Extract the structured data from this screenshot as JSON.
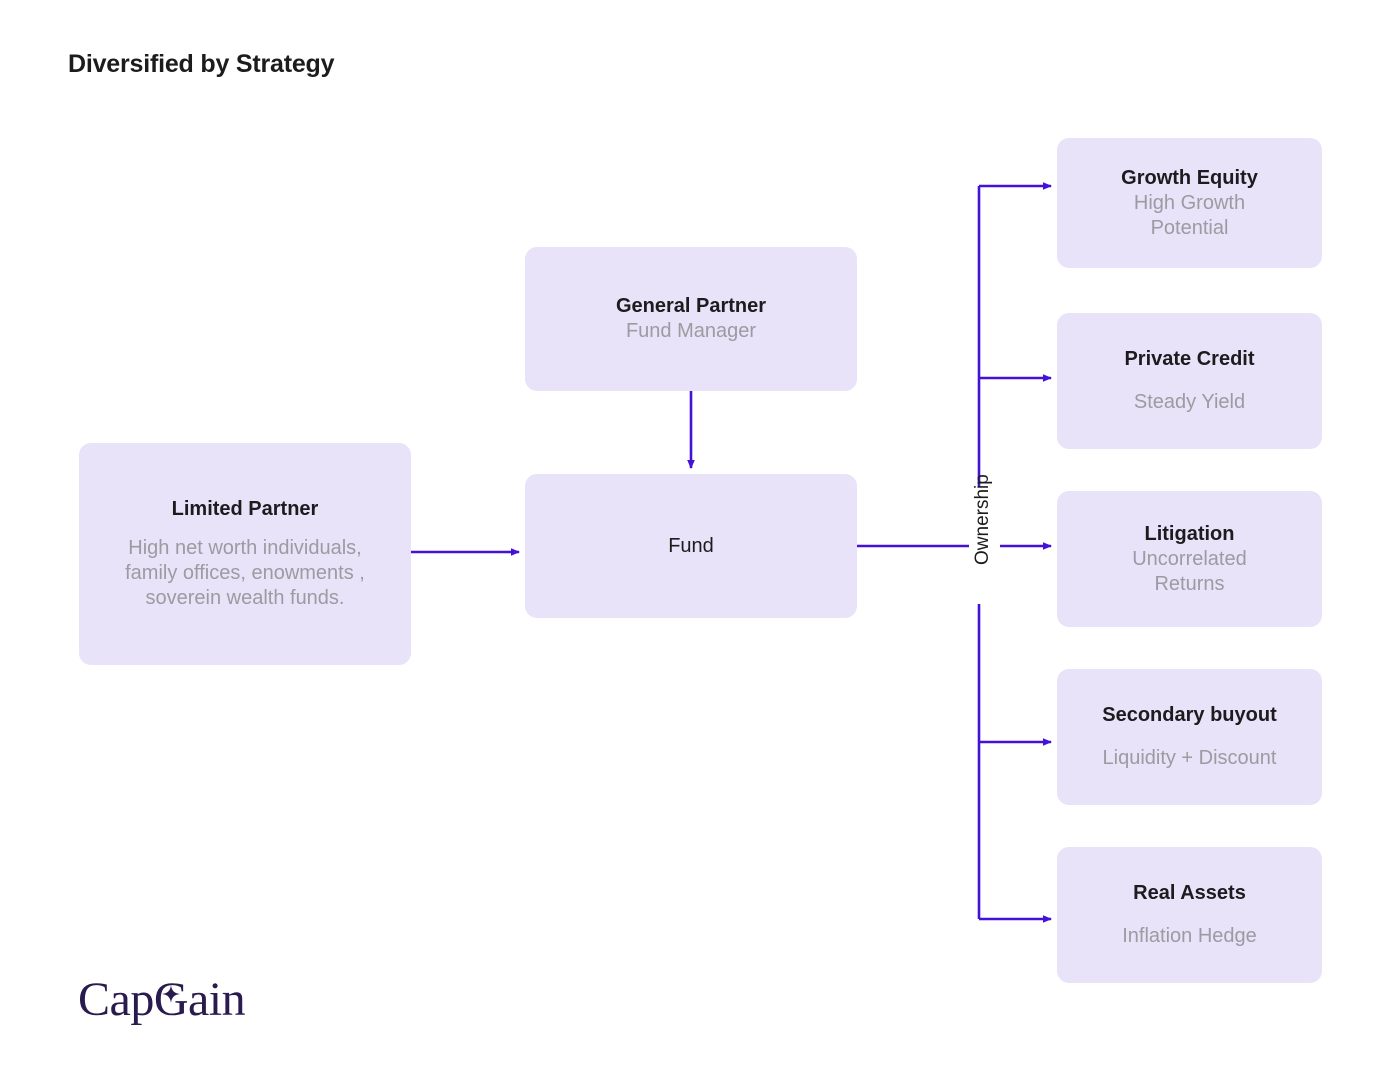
{
  "page": {
    "title": "Diversified by Strategy",
    "background": "#ffffff",
    "accent_color": "#4411D6",
    "node_fill": "#E8E3F8",
    "title_color": "#1c1c1e",
    "subtitle_color": "#9b9ba1",
    "logo_color": "#2A1B4E"
  },
  "logo": {
    "part1": "Cap",
    "part2": "G",
    "part3": "ain",
    "full": "CapGain",
    "mark": "sparkle-icon"
  },
  "diagram": {
    "type": "flow",
    "left_nodes": [
      {
        "id": "limited-partner",
        "title": "Limited Partner",
        "subtitle": "High net worth individuals, family offices, enowments , soverein wealth funds."
      },
      {
        "id": "general-partner",
        "title": "General Partner",
        "subtitle": "Fund Manager"
      },
      {
        "id": "fund",
        "title": "Fund",
        "subtitle": ""
      }
    ],
    "edge_label": "Ownership",
    "strategies": [
      {
        "id": "growth-equity",
        "title": "Growth Equity",
        "subtitle": "High Growth Potential"
      },
      {
        "id": "private-credit",
        "title": "Private Credit",
        "subtitle": "Steady Yield"
      },
      {
        "id": "litigation",
        "title": "Litigation",
        "subtitle": "Uncorrelated Returns"
      },
      {
        "id": "secondary-buyout",
        "title": "Secondary buyout",
        "subtitle": "Liquidity + Discount"
      },
      {
        "id": "real-assets",
        "title": "Real Assets",
        "subtitle": "Inflation Hedge"
      }
    ],
    "connections": [
      {
        "from": "limited-partner",
        "to": "fund",
        "label": ""
      },
      {
        "from": "general-partner",
        "to": "fund",
        "label": ""
      },
      {
        "from": "fund",
        "to": "growth-equity",
        "label": "Ownership"
      },
      {
        "from": "fund",
        "to": "private-credit",
        "label": "Ownership"
      },
      {
        "from": "fund",
        "to": "litigation",
        "label": "Ownership"
      },
      {
        "from": "fund",
        "to": "secondary-buyout",
        "label": "Ownership"
      },
      {
        "from": "fund",
        "to": "real-assets",
        "label": "Ownership"
      }
    ]
  }
}
